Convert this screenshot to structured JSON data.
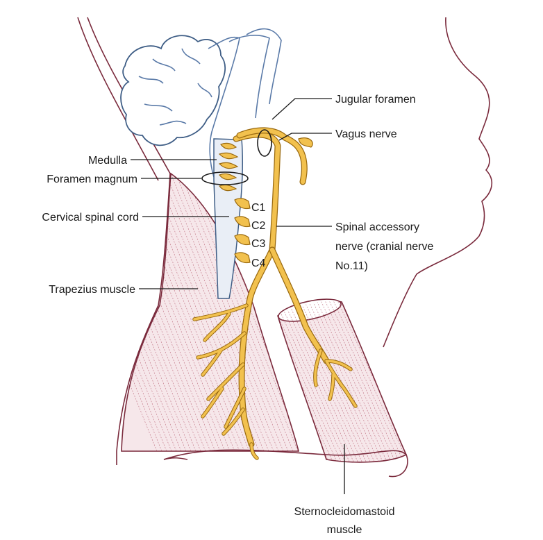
{
  "labels": {
    "jugular_foramen": "Jugular foramen",
    "vagus_nerve": "Vagus nerve",
    "medulla": "Medulla",
    "foramen_magnum": "Foramen magnum",
    "cervical_spinal_cord": "Cervical spinal cord",
    "c1": "C1",
    "c2": "C2",
    "c3": "C3",
    "c4": "C4",
    "spinal_accessory_line1": "Spinal accessory",
    "spinal_accessory_line2": "nerve (cranial nerve",
    "spinal_accessory_line3": "No.11)",
    "trapezius_muscle": "Trapezius muscle",
    "scm_line1": "Sternocleidomastoid",
    "scm_line2": "muscle"
  },
  "colors": {
    "nerve_fill": "#f2c14e",
    "nerve_outline": "#9a6a10",
    "muscle_outline": "#7a2a3c",
    "brain_outline": "#3f5e86"
  }
}
